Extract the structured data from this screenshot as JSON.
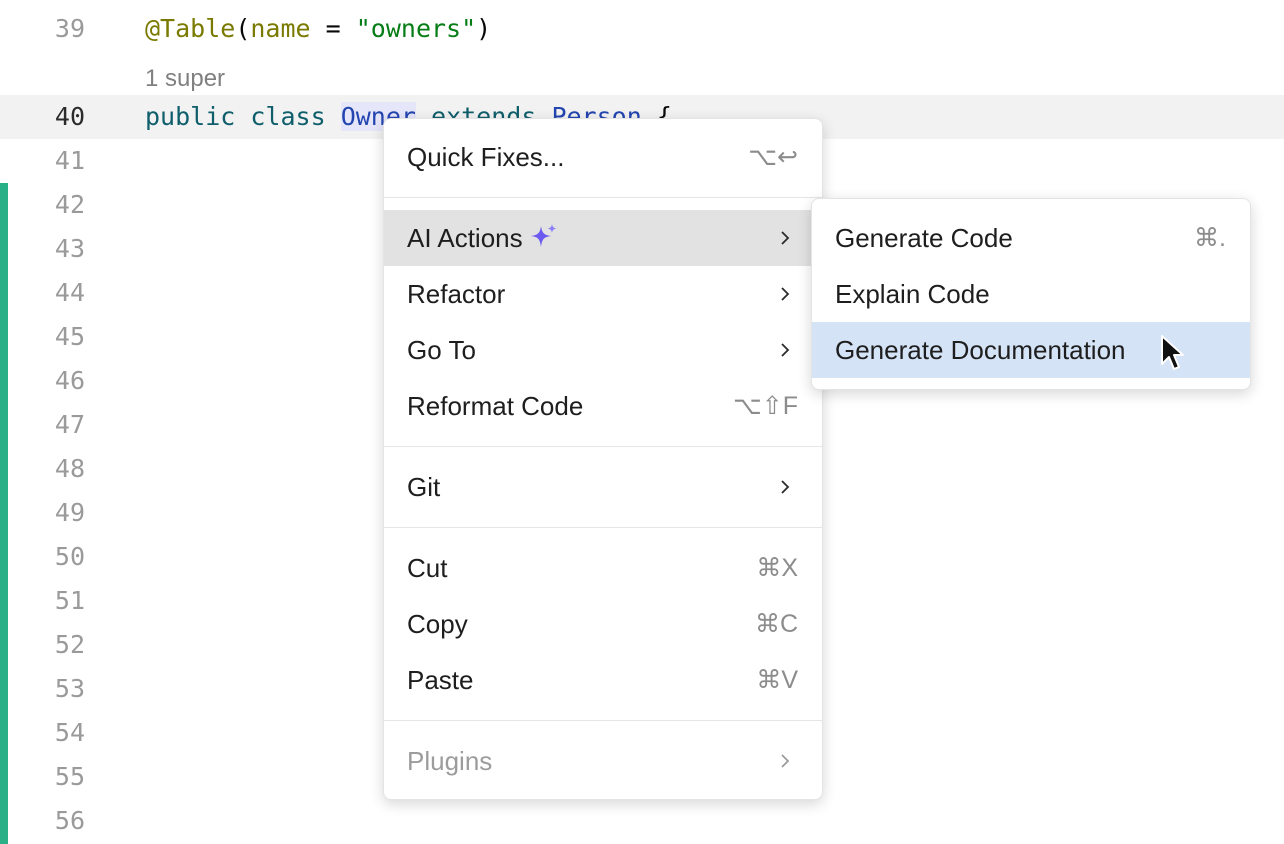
{
  "editor": {
    "lines": [
      "39",
      "40",
      "41",
      "42",
      "43",
      "44",
      "45",
      "46",
      "47",
      "48",
      "49",
      "50",
      "51",
      "52",
      "53",
      "54",
      "55",
      "56"
    ],
    "inlay_hint": "1 super",
    "line39": {
      "annotation": "@Table",
      "open": "(",
      "param": "name",
      "eq": " = ",
      "value": "\"owners\"",
      "close": ")"
    },
    "line40": {
      "kw_public": "public",
      "kw_class": "class",
      "class_name": "Owner",
      "kw_extends": "extends",
      "super_name": "Person",
      "brace": "{"
    }
  },
  "context_menu": {
    "quick_fixes": {
      "label": "Quick Fixes...",
      "shortcut": "⌥↩"
    },
    "ai_actions": {
      "label": "AI Actions"
    },
    "refactor": {
      "label": "Refactor"
    },
    "go_to": {
      "label": "Go To"
    },
    "reformat": {
      "label": "Reformat Code",
      "shortcut": "⌥⇧F"
    },
    "git": {
      "label": "Git"
    },
    "cut": {
      "label": "Cut",
      "shortcut": "⌘X"
    },
    "copy": {
      "label": "Copy",
      "shortcut": "⌘C"
    },
    "paste": {
      "label": "Paste",
      "shortcut": "⌘V"
    },
    "plugins": {
      "label": "Plugins"
    }
  },
  "ai_submenu": {
    "generate_code": {
      "label": "Generate Code",
      "shortcut": "⌘."
    },
    "explain_code": {
      "label": "Explain Code"
    },
    "generate_docs": {
      "label": "Generate Documentation"
    }
  },
  "colors": {
    "accent_sparkle": "#6b5bf0",
    "change_bar": "#29b086",
    "selection": "#d5e3f7",
    "hover": "#e2e2e2"
  },
  "icons": [
    "sparkle-icon",
    "chevron-right-icon",
    "mouse-pointer-icon"
  ]
}
